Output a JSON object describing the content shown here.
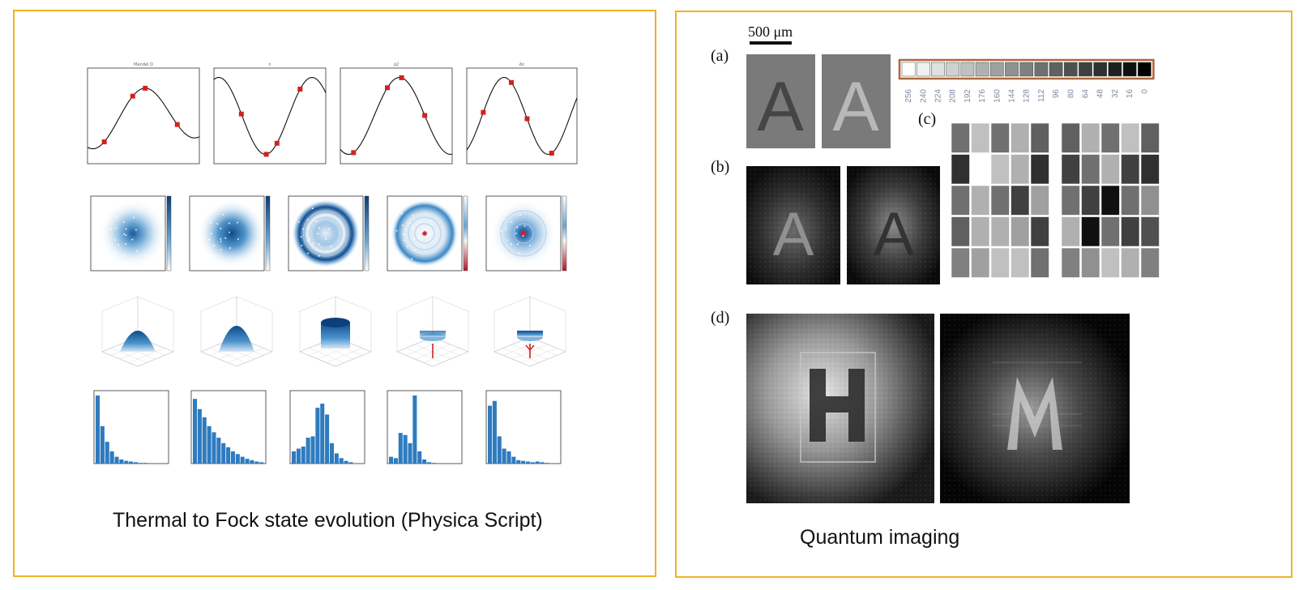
{
  "left": {
    "caption": "Thermal to Fock state evolution (Physica Script)",
    "row1_titles": [
      "Mandel Q",
      "n",
      "g2",
      "Δn"
    ]
  },
  "right": {
    "caption": "Quantum imaging",
    "scale_bar": "500 μm",
    "panel_labels": [
      "(a)",
      "(b)",
      "(c)",
      "(d)"
    ],
    "letter": "A",
    "gray_levels": [
      "256",
      "240",
      "224",
      "208",
      "192",
      "176",
      "160",
      "144",
      "128",
      "112",
      "96",
      "80",
      "64",
      "48",
      "32",
      "16",
      "0"
    ],
    "grid_left": [
      [
        112,
        192,
        112,
        176,
        96
      ],
      [
        48,
        256,
        192,
        176,
        48
      ],
      [
        112,
        176,
        112,
        64,
        160
      ],
      [
        96,
        176,
        176,
        160,
        64
      ],
      [
        128,
        160,
        192,
        192,
        112
      ]
    ],
    "grid_right": [
      [
        96,
        176,
        112,
        192,
        96
      ],
      [
        64,
        112,
        176,
        64,
        48
      ],
      [
        112,
        64,
        16,
        112,
        144
      ],
      [
        176,
        16,
        112,
        64,
        80
      ],
      [
        128,
        144,
        192,
        176,
        128
      ]
    ]
  },
  "colors": {
    "border": "#f0b323",
    "accent_red": "#d42020",
    "accent_blue": "#1f6db4",
    "bar_brown": "#b0643c"
  }
}
